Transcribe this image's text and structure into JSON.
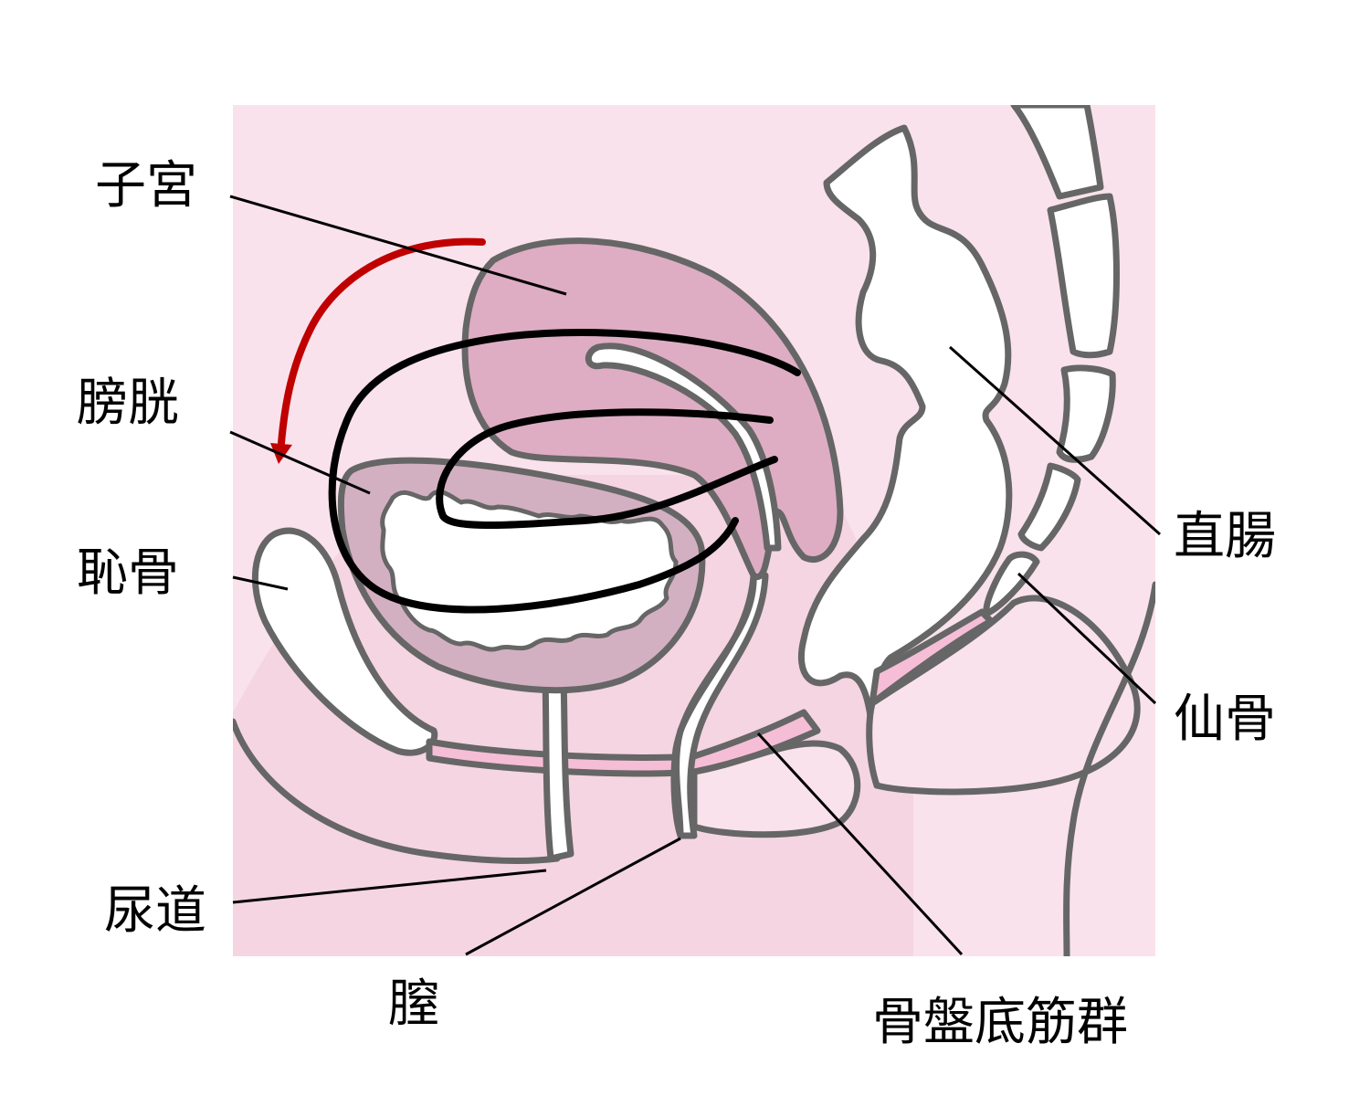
{
  "labels": {
    "uterus": "子宮",
    "bladder": "膀胱",
    "pubic_bone": "恥骨",
    "urethra": "尿道",
    "vagina": "膣",
    "rectum": "直腸",
    "sacrum": "仙骨",
    "pelvic_floor": "骨盤底筋群"
  },
  "colors": {
    "background_panel": "#f9e2ec",
    "uterus_fill": "#deadc3",
    "bladder_fill": "#d3b0c1",
    "muscle_fill": "#f5bed6",
    "outline": "#666666",
    "arrow": "#c00000",
    "curve": "#000000"
  }
}
